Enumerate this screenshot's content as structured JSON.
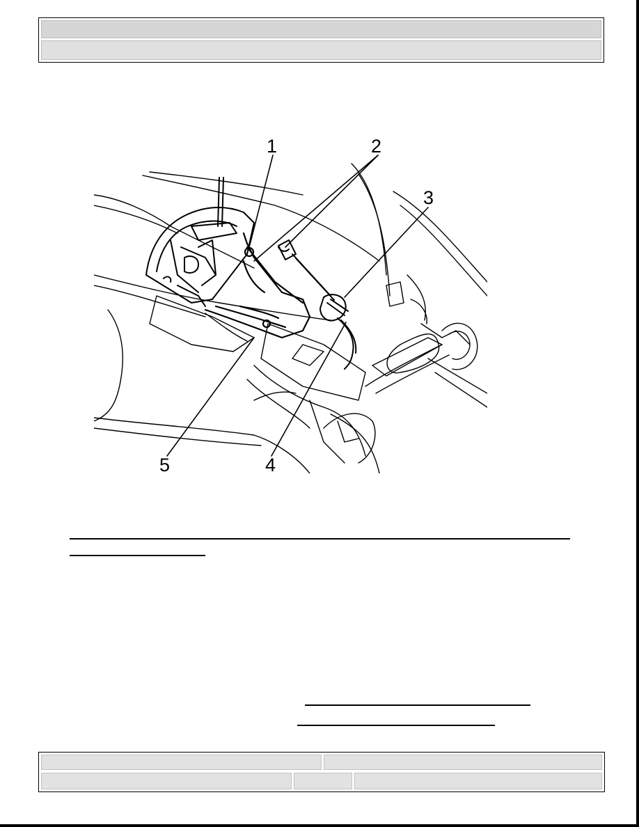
{
  "figure": {
    "callouts": [
      "1",
      "2",
      "3",
      "4",
      "5"
    ]
  }
}
